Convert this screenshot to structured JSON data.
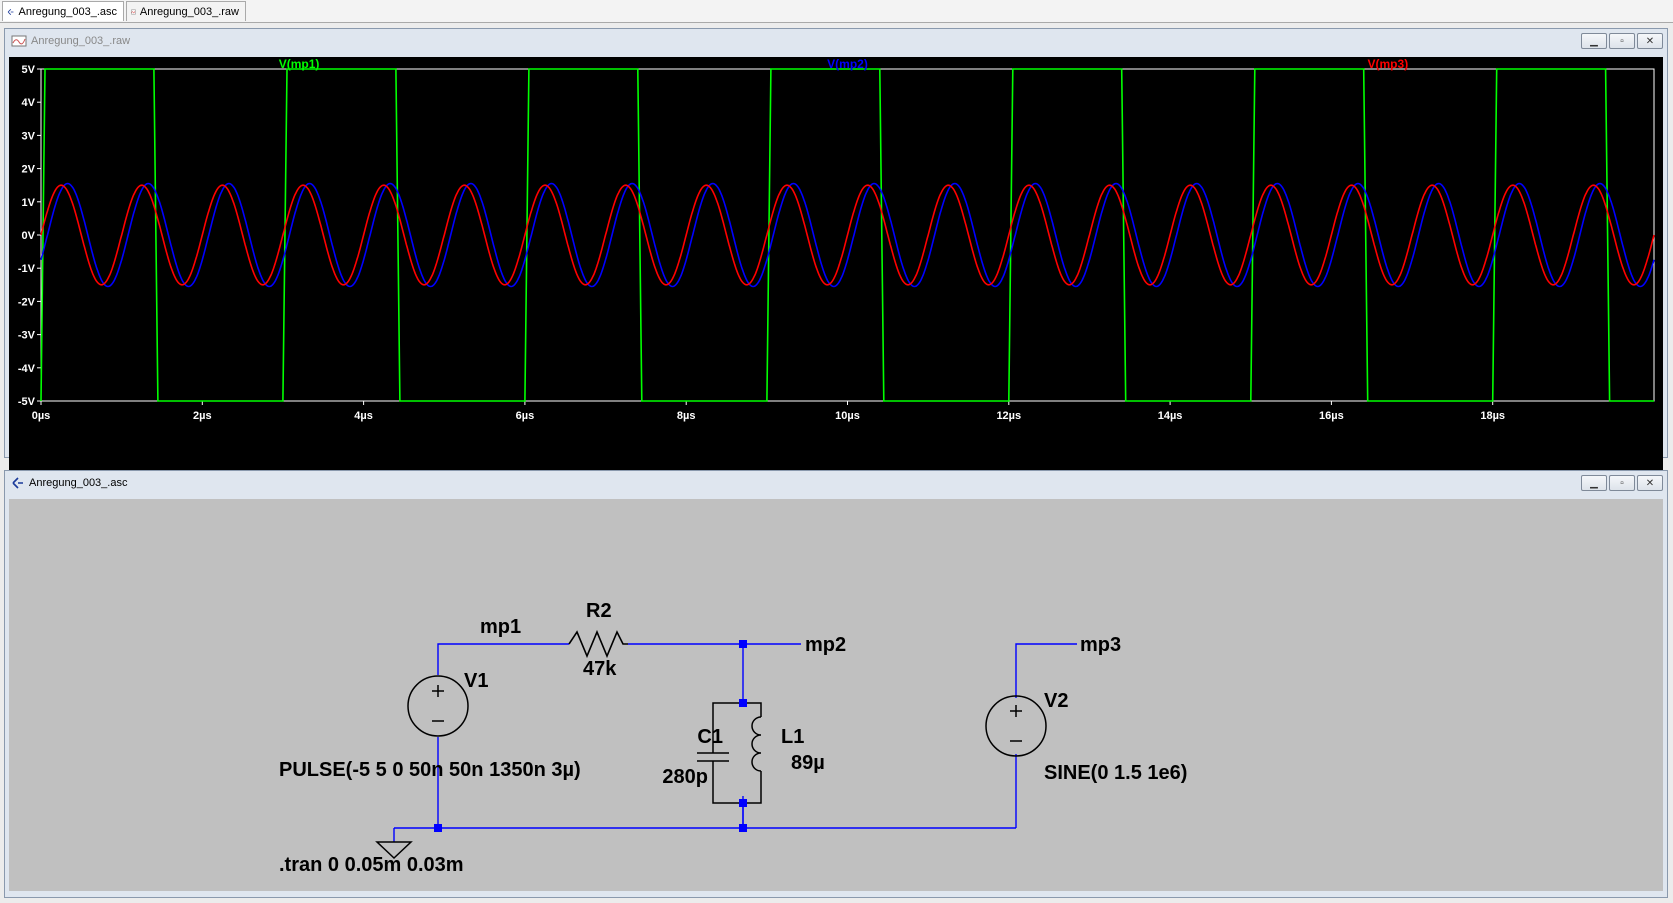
{
  "tabs": [
    {
      "label": "Anregung_003_.asc"
    },
    {
      "label": "Anregung_003_.raw"
    }
  ],
  "waveform_window": {
    "title": "Anregung_003_.raw",
    "traces": [
      {
        "name": "V(mp1)",
        "color": "#00ff00"
      },
      {
        "name": "V(mp2)",
        "color": "#0000ff"
      },
      {
        "name": "V(mp3)",
        "color": "#ff0000"
      }
    ]
  },
  "schematic_window": {
    "title": "Anregung_003_.asc",
    "labels": {
      "mp1": "mp1",
      "mp2": "mp2",
      "mp3": "mp3",
      "r2_name": "R2",
      "r2_value": "47k",
      "v1_name": "V1",
      "v1_value": "PULSE(-5 5 0 50n 50n 1350n 3µ)",
      "c1_name": "C1",
      "c1_value": "280p",
      "l1_name": "L1",
      "l1_value": "89µ",
      "v2_name": "V2",
      "v2_value": "SINE(0 1.5 1e6)",
      "tran": ".tran 0 0.05m 0.03m"
    }
  },
  "chart_data": {
    "type": "line",
    "xlabel": "",
    "ylabel": "",
    "xlim": [
      0,
      20
    ],
    "ylim": [
      -5,
      5
    ],
    "x_ticks": [
      0,
      2,
      4,
      6,
      8,
      10,
      12,
      14,
      16,
      18
    ],
    "x_tick_labels": [
      "0µs",
      "2µs",
      "4µs",
      "6µs",
      "8µs",
      "10µs",
      "12µs",
      "14µs",
      "16µs",
      "18µs"
    ],
    "y_ticks": [
      5,
      4,
      3,
      2,
      1,
      0,
      -1,
      -2,
      -3,
      -4,
      -5
    ],
    "y_tick_labels": [
      "5V",
      "4V",
      "3V",
      "2V",
      "1V",
      "0V",
      "-1V",
      "-2V",
      "-3V",
      "-4V",
      "-5V"
    ],
    "grid": false,
    "series": [
      {
        "name": "V(mp1)",
        "kind": "pulse",
        "low": -5,
        "high": 5,
        "rise_edges_us": [
          0,
          3,
          6,
          9,
          12,
          15,
          18
        ],
        "fall_edges_us": [
          1.4,
          4.4,
          7.4,
          10.4,
          13.4,
          16.4,
          19.4
        ]
      },
      {
        "name": "V(mp2)",
        "kind": "sine",
        "amplitude": 1.55,
        "frequency_mhz": 1.0,
        "phase_lag_us": 0.08
      },
      {
        "name": "V(mp3)",
        "kind": "sine",
        "amplitude": 1.5,
        "frequency_mhz": 1.0,
        "phase_lag_us": 0
      }
    ]
  }
}
